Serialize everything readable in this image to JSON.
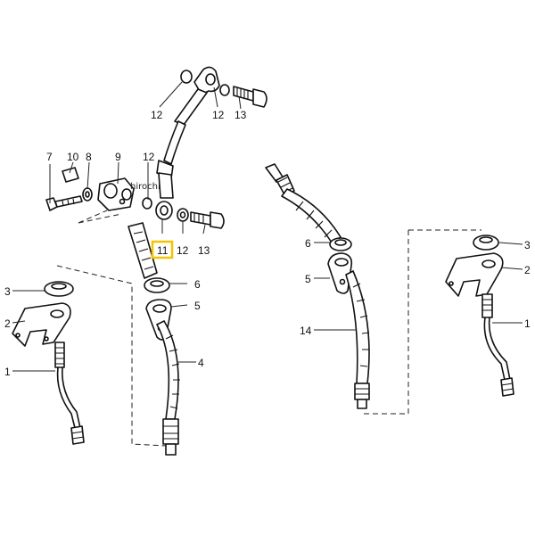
{
  "watermark": "hirochi",
  "highlight_color": "#f5c400",
  "callouts": {
    "p1_left": "1",
    "p2_left": "2",
    "p3_left": "3",
    "p4": "4",
    "p5_center": "5",
    "p6_center": "6",
    "p7": "7",
    "p8": "8",
    "p9": "9",
    "p10": "10",
    "p11": "11",
    "p12_top_left": "12",
    "p12_top_right": "12",
    "p12_mid": "12",
    "p12_low": "12",
    "p13_top": "13",
    "p13_low": "13",
    "p14": "14",
    "p6_right": "6",
    "p5_right": "5",
    "p3_right": "3",
    "p2_right": "2",
    "p1_right": "1"
  }
}
